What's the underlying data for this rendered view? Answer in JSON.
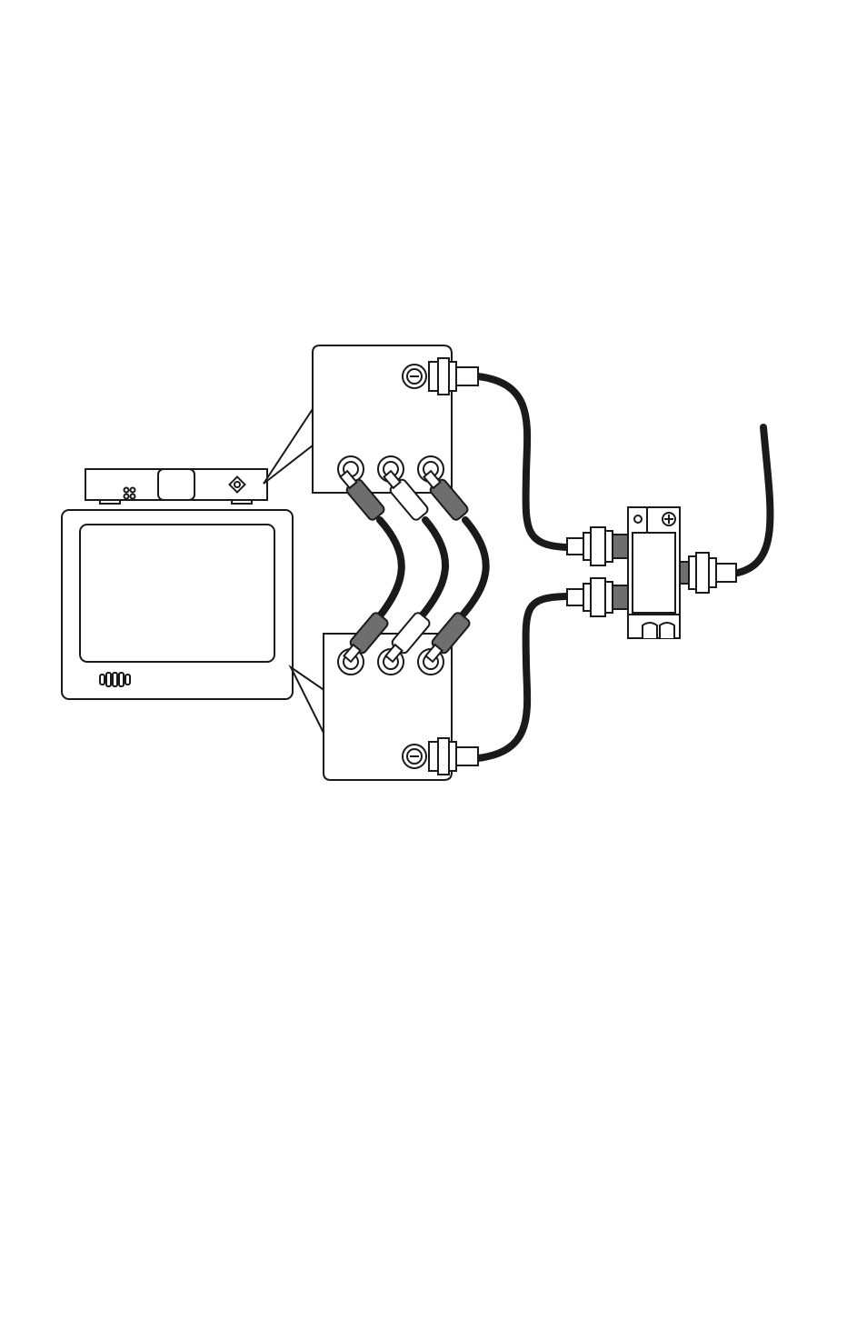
{
  "diagram": {
    "labels": [],
    "colors": {
      "outline": "#1a1a1a",
      "cable": "#1a1a1a",
      "plug_dark": "#6e6e6e",
      "plug_light": "#ffffff",
      "background": "#ffffff"
    },
    "components": [
      "tv-receiver",
      "television",
      "receiver-rear-panel",
      "tv-rear-panel",
      "rca-cables",
      "coax-cables",
      "splitter",
      "antenna-cable"
    ]
  }
}
